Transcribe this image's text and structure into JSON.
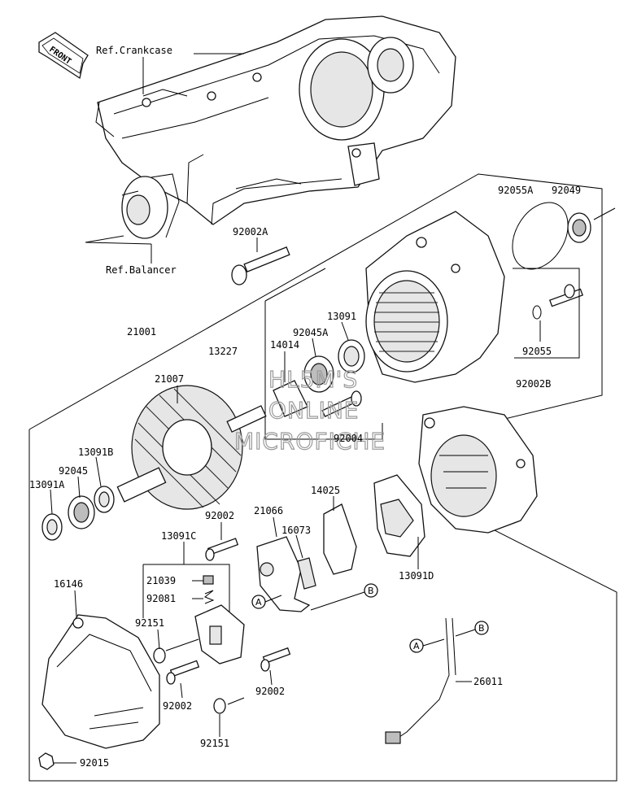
{
  "front_arrow": {
    "label": "FRONT"
  },
  "refs": {
    "crankcase": "Ref.Crankcase",
    "balancer": "Ref.Balancer"
  },
  "callouts": {
    "a": "A",
    "b": "B"
  },
  "parts": {
    "p92055A": "92055A",
    "p92049": "92049",
    "p92002A": "92002A",
    "p21001": "21001",
    "p13091": "13091",
    "p92045A": "92045A",
    "p14014": "14014",
    "p13227": "13227",
    "p92055": "92055",
    "p92002B": "92002B",
    "p21007": "21007",
    "p92004": "92004",
    "p13091B": "13091B",
    "p92045": "92045",
    "p13091A": "13091A",
    "p14025": "14025",
    "p92002_top": "92002",
    "p21066": "21066",
    "p16073": "16073",
    "p13091C": "13091C",
    "p13091D": "13091D",
    "p21039": "21039",
    "p92081": "92081",
    "p16146": "16146",
    "p92151_upper": "92151",
    "p92002_lower_left": "92002",
    "p92002_lower_right": "92002",
    "p92151_lower": "92151",
    "p92015": "92015",
    "p26011": "26011"
  },
  "watermark": {
    "line1": "HL5M'S",
    "line2": "ONLINE",
    "line3": "MICROFICHE"
  }
}
